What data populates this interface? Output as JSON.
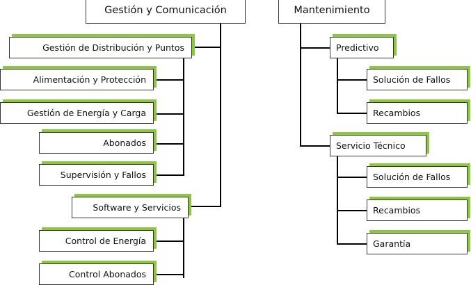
{
  "colors": {
    "shadow": "#8dc63f",
    "border": "#333333",
    "line": "#000000"
  },
  "left_tree": {
    "title": "Gestión y Comunicación",
    "group1": {
      "label": "Gestión de Distribución y Puntos",
      "children": [
        "Alimentación y Protección",
        "Gestión de Energía y Carga",
        "Abonados",
        "Supervisión y Fallos"
      ]
    },
    "group2": {
      "label": "Software y Servicios",
      "children": [
        "Control de Energía",
        "Control Abonados"
      ]
    }
  },
  "right_tree": {
    "title": "Mantenimiento",
    "group1": {
      "label": "Predictivo",
      "children": [
        "Solución de Fallos",
        "Recambios"
      ]
    },
    "group2": {
      "label": "Servicio Técnico",
      "children": [
        "Solución de Fallos",
        "Recambios",
        "Garantía"
      ]
    }
  }
}
